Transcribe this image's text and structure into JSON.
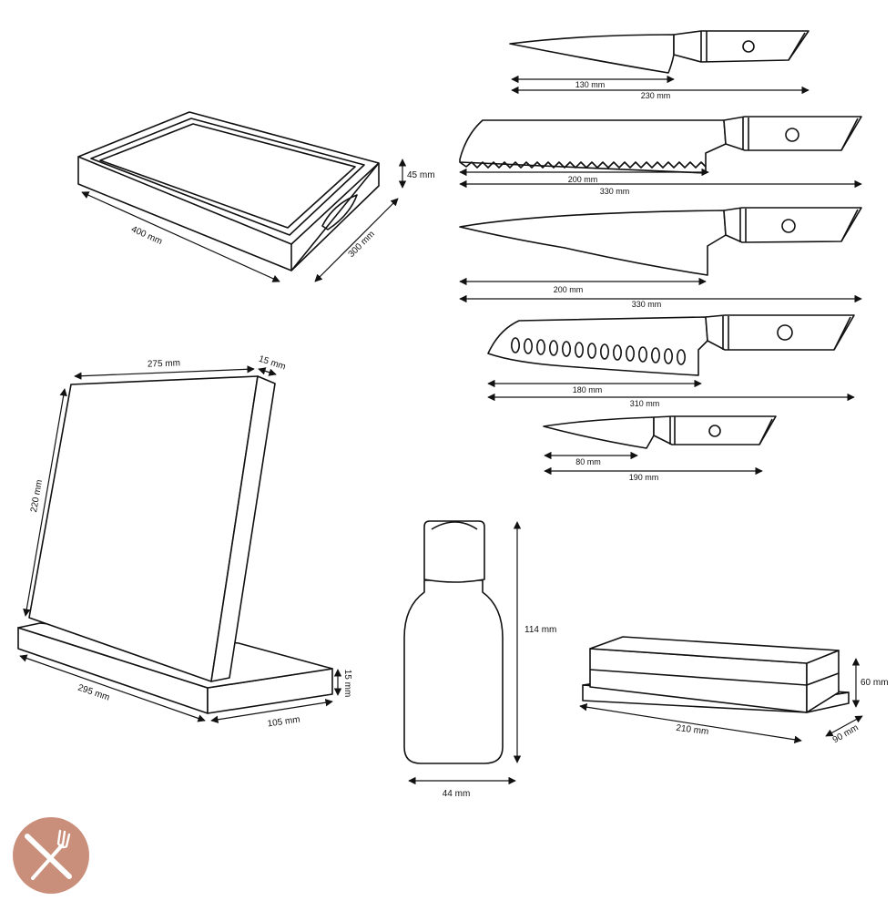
{
  "products": {
    "cutting_board": {
      "length": "400 mm",
      "width": "300 mm",
      "height": "45 mm"
    },
    "knife_block": {
      "width": "275 mm",
      "thickness": "15 mm",
      "height": "220 mm",
      "base_length": "295 mm",
      "base_depth": "105 mm",
      "base_height": "15 mm"
    },
    "bottle": {
      "height": "114 mm",
      "width": "44 mm"
    },
    "whetstone": {
      "height": "60 mm",
      "length": "210 mm",
      "depth": "90 mm"
    }
  },
  "knives": [
    {
      "blade": "130 mm",
      "total": "230 mm"
    },
    {
      "blade": "200 mm",
      "total": "330 mm"
    },
    {
      "blade": "200 mm",
      "total": "330 mm"
    },
    {
      "blade": "180 mm",
      "total": "310 mm"
    },
    {
      "blade": "80 mm",
      "total": "190 mm"
    }
  ],
  "logo": {
    "name": "fork-knife-icon",
    "color": "#c98f7a"
  }
}
